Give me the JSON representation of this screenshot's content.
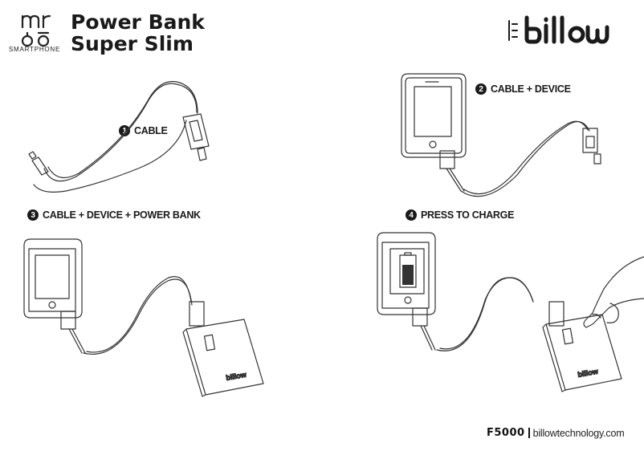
{
  "brand": {
    "mr_logo_caption": "SMARTPHONE",
    "partner_logo": "billow"
  },
  "title": {
    "line1": "Power Bank",
    "line2": "Super Slim"
  },
  "steps": [
    {
      "num": "1",
      "label": "CABLE"
    },
    {
      "num": "2",
      "label": "CABLE + DEVICE"
    },
    {
      "num": "3",
      "label": "CABLE + DEVICE + POWER BANK"
    },
    {
      "num": "4",
      "label": "PRESS TO CHARGE"
    }
  ],
  "device_brand": "billow",
  "footer": {
    "model": "F5000",
    "website": "billowtechnology.com"
  },
  "icons": [
    "mr-logo-icon",
    "billow-logo-icon",
    "cable-icon",
    "smartphone-icon",
    "power-bank-icon",
    "hand-icon",
    "battery-charging-icon"
  ],
  "colors": {
    "ink": "#1a1a1a",
    "background": "#ffffff"
  }
}
